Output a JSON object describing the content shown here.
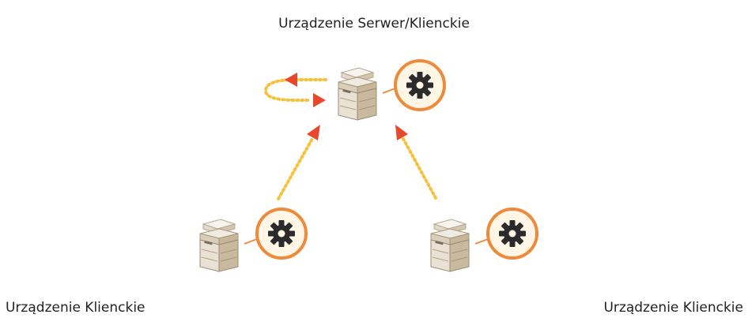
{
  "labels": {
    "server_client": "Urządzenie Serwer/Klienckie",
    "client_left": "Urządzenie Klienckie",
    "client_right": "Urządzenie Klienckie"
  },
  "colors": {
    "arrow": "#e8472c",
    "dotted": "#f6c23c",
    "badge_ring": "#ee8a3c",
    "badge_fill": "#fff6e6",
    "gear": "#2b2b2b",
    "printer_light": "#ece7dd",
    "printer_mid": "#c9b99e",
    "printer_dark": "#9a8a72"
  },
  "icons": {
    "device": "printer-icon",
    "settings": "gear-icon"
  }
}
